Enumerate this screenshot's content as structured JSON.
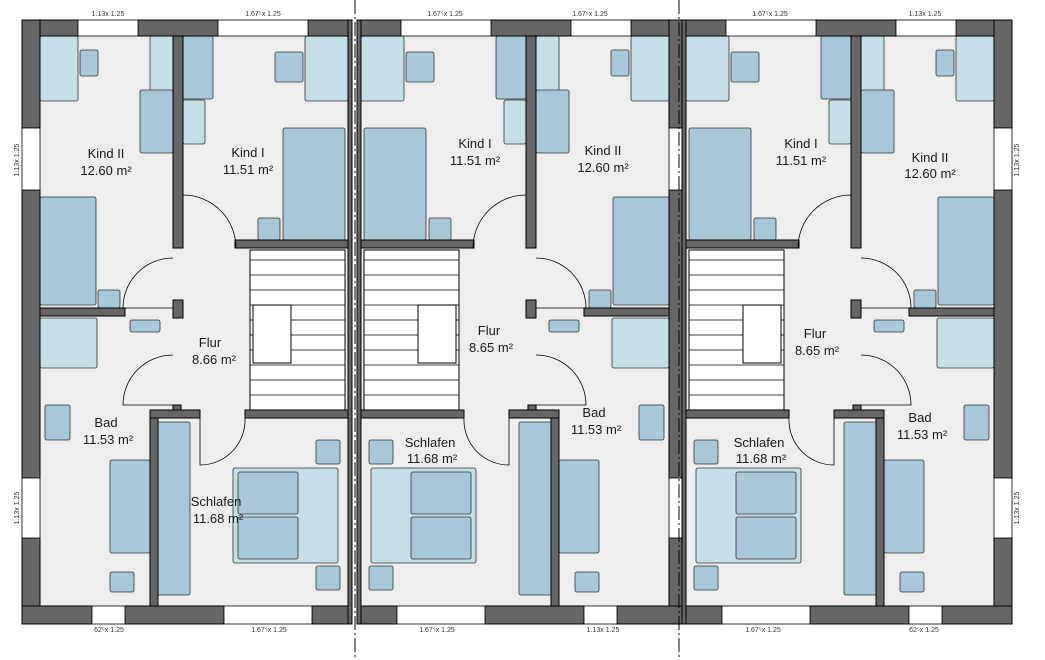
{
  "colors": {
    "wall": "#666666",
    "floor": "#eeeeee",
    "furniture_light": "#c6dfe6",
    "furniture_mid": "#a8c8d8",
    "stairs": "#ffffff"
  },
  "units": [
    {
      "rooms": {
        "kind2": {
          "name": "Kind II",
          "area": "12.60 m²"
        },
        "kind1": {
          "name": "Kind I",
          "area": "11.51 m²"
        },
        "flur": {
          "name": "Flur",
          "area": "8.66 m²"
        },
        "bad": {
          "name": "Bad",
          "area": "11.53 m²"
        },
        "schlafen": {
          "name": "Schlafen",
          "area": "11.68 m²"
        }
      }
    },
    {
      "rooms": {
        "kind1": {
          "name": "Kind I",
          "area": "11.51 m²"
        },
        "kind2": {
          "name": "Kind II",
          "area": "12.60 m²"
        },
        "flur": {
          "name": "Flur",
          "area": "8.65 m²"
        },
        "bad": {
          "name": "Bad",
          "area": "11.53 m²"
        },
        "schlafen": {
          "name": "Schlafen",
          "area": "11.68 m²"
        }
      }
    },
    {
      "rooms": {
        "kind1": {
          "name": "Kind I",
          "area": "11.51 m²"
        },
        "kind2": {
          "name": "Kind II",
          "area": "12.60 m²"
        },
        "flur": {
          "name": "Flur",
          "area": "8.65 m²"
        },
        "bad": {
          "name": "Bad",
          "area": "11.53 m²"
        },
        "schlafen": {
          "name": "Schlafen",
          "area": "11.68 m²"
        }
      }
    }
  ],
  "windows": {
    "top": [
      "1.13x 1.25",
      "1.67⁵x 1.25",
      "1.67⁵x 1.25",
      "1.67⁵x 1.25",
      "1.67⁵x 1.25",
      "1.13x 1.25"
    ],
    "bottom": [
      "62⁵x 1.25",
      "1.67⁵x 1.25",
      "1.67⁵x 1.25",
      "1.13x 1.25",
      "1.67⁵x 1.25",
      "62⁵x 1.25"
    ],
    "left": [
      "1.13x 1.25",
      "1.13x 1.25"
    ],
    "right": [
      "1.13x 1.25",
      "1.13x 1.25"
    ]
  }
}
